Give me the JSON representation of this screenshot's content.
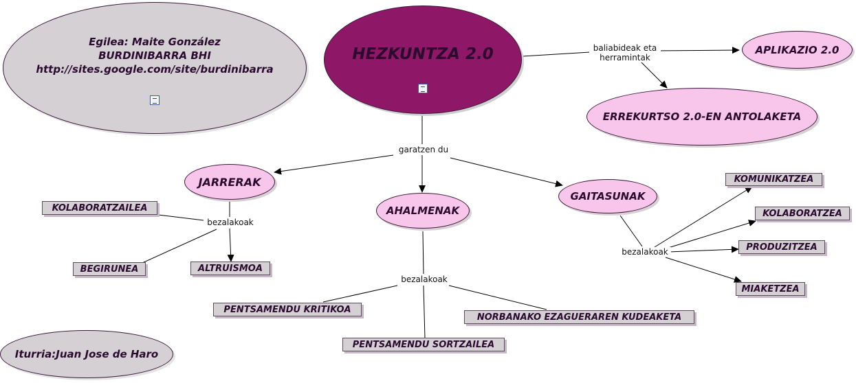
{
  "author_card": {
    "line1": "Egilea: Maite González",
    "line2": "BURDINIBARRA BHI",
    "line3": "http://sites.google.com/site/burdinibarra"
  },
  "source_card": "Iturria:Juan Jose de Haro",
  "concepts": {
    "main": "HEZKUNTZA 2.0",
    "aplikazio": "APLIKAZIO 2.0",
    "errekurtso": "ERREKURTSO 2.0-EN ANTOLAKETA",
    "jarrerak": "JARRERAK",
    "ahalmenak": "AHALMENAK",
    "gaitasunak": "GAITASUNAK",
    "kolaboratzailea": "KOLABORATZAILEA",
    "begirunea": "BEGIRUNEA",
    "altruismoa": "ALTRUISMOA",
    "pentsamendu_kritikoa": "PENTSAMENDU KRITIKOA",
    "pentsamendu_sortzailea": "PENTSAMENDU SORTZAILEA",
    "norbanako": "NORBANAKO EZAGUERAREN KUDEAKETA",
    "komunikatzea": "KOMUNIKATZEA",
    "kolaboratzea": "KOLABORATZEA",
    "produzitzea": "PRODUZITZEA",
    "miaketzea": "MIAKETZEA"
  },
  "link_phrases": {
    "baliabideak": "baliabideak eta\nherramintak",
    "garatzen": "garatzen du",
    "bezalakoak_jarrerak": "bezalakoak",
    "bezalakoak_ahalmenak": "bezalakoak",
    "bezalakoak_gaitasunak": "bezalakoak"
  },
  "icons": {
    "main_resource": "document-icon",
    "author_resource": "document-icon"
  },
  "colors": {
    "main_fill": "#8f1767",
    "concept_fill": "#f8c6ea",
    "info_fill": "#d4d0d4",
    "text": "#2a0a2e"
  }
}
